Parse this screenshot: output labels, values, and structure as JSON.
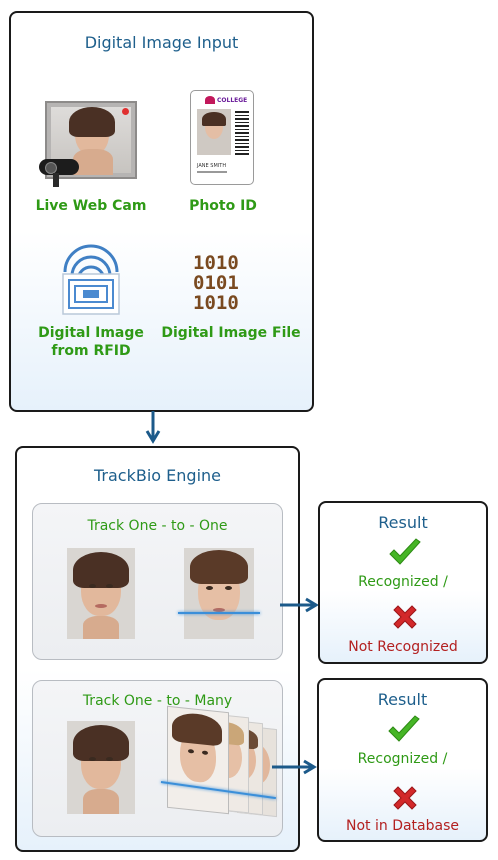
{
  "input_panel": {
    "title": "Digital Image Input",
    "items": [
      {
        "label": "Live Web Cam",
        "icon": "webcam-icon"
      },
      {
        "label": "Photo ID",
        "icon": "photo-id-card-icon"
      },
      {
        "label_line1": "Digital Image",
        "label_line2": "from RFID",
        "icon": "rfid-icon"
      },
      {
        "label": "Digital Image File",
        "icon": "binary-file-icon"
      }
    ],
    "id_card": {
      "college": "COLLEGE",
      "name": "JANE SMITH"
    },
    "binary_rows": [
      "1010",
      "0101",
      "1010"
    ]
  },
  "engine_panel": {
    "title": "TrackBio Engine",
    "one_to_one": {
      "title": "Track One - to - One"
    },
    "one_to_many": {
      "title": "Track One - to - Many"
    }
  },
  "result_one": {
    "title": "Result",
    "positive": "Recognized /",
    "negative": "Not Recognized"
  },
  "result_many": {
    "title": "Result",
    "positive": "Recognized /",
    "negative": "Not in Database"
  },
  "colors": {
    "accent_blue": "#1e5f8c",
    "label_green": "#2f9a16",
    "negative_red": "#b32020",
    "arrow": "#1c5a8a"
  }
}
